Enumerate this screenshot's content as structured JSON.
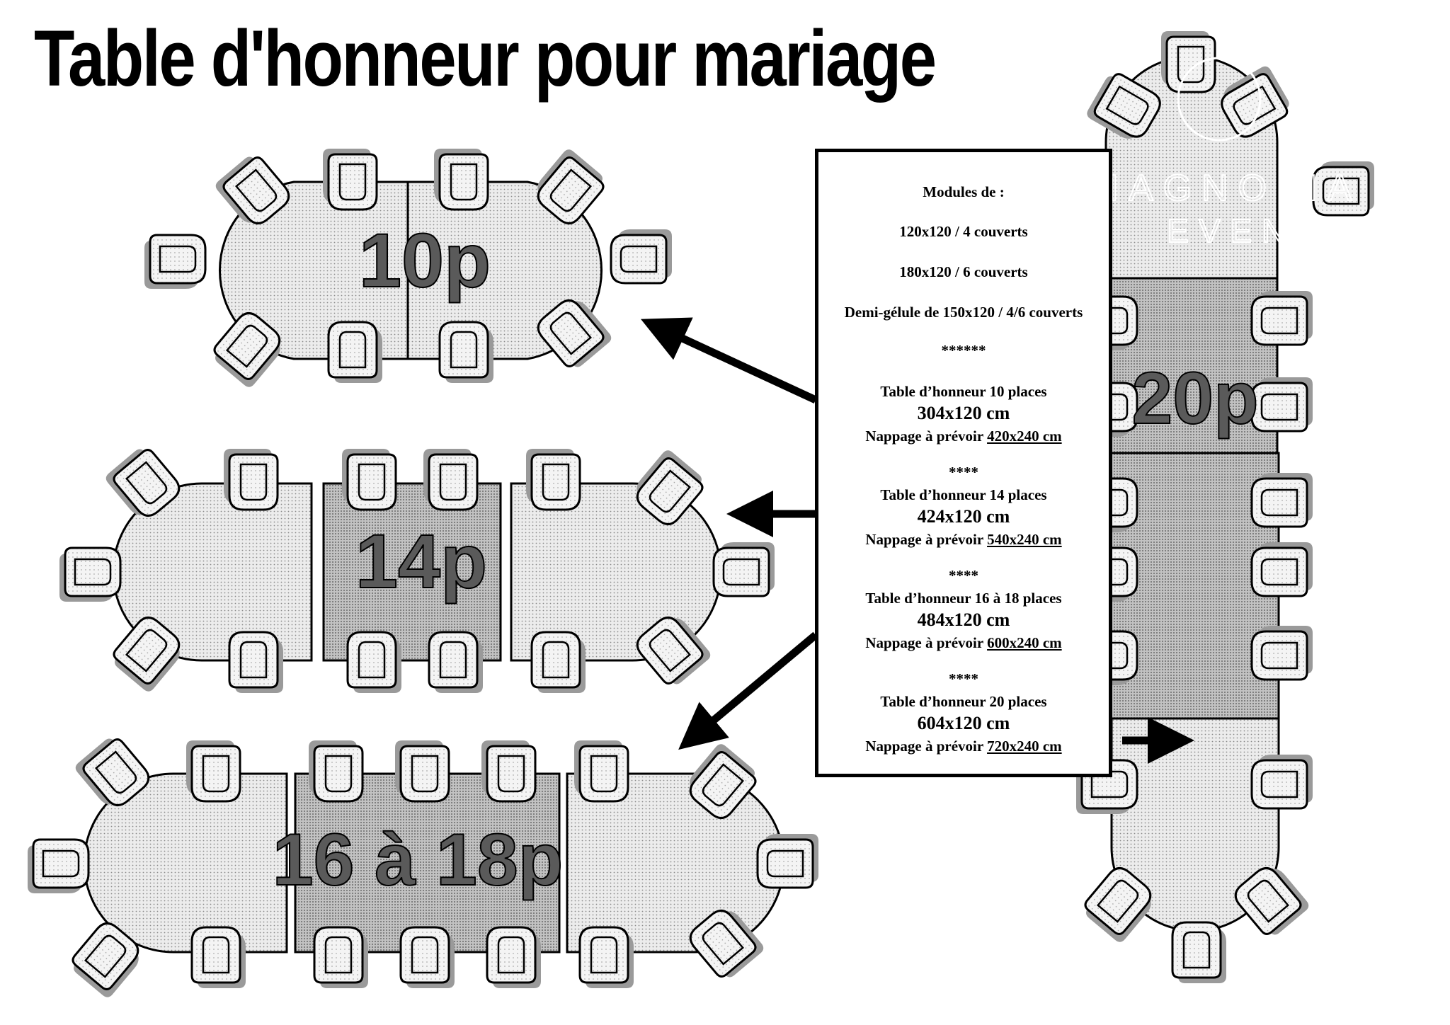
{
  "title": "Table d'honneur pour mariage",
  "watermark": {
    "line1": "MAGNOLIA",
    "line2": "EVENT"
  },
  "tables": [
    {
      "id": "10p",
      "label": "10p"
    },
    {
      "id": "14p",
      "label": "14p"
    },
    {
      "id": "16-18p",
      "label": "16 à 18p"
    },
    {
      "id": "20p",
      "label": "20p"
    }
  ],
  "info": {
    "modules_heading": "Modules de :",
    "module_1": "120x120 / 4 couverts",
    "module_2": "180x120 / 6 couverts",
    "module_3": "Demi-gélule de 150x120 / 4/6 couverts",
    "separator_main": "******",
    "entries": [
      {
        "separator": "",
        "title": "Table d’honneur 10 places",
        "size": "304x120 cm",
        "nappage_label": "Nappage à prévoir",
        "nappage_size": "420x240 cm"
      },
      {
        "separator": "****",
        "title": "Table d’honneur 14 places",
        "size": "424x120 cm",
        "nappage_label": "Nappage à prévoir",
        "nappage_size": "540x240 cm"
      },
      {
        "separator": "****",
        "title": "Table d’honneur 16 à 18 places",
        "size": "484x120 cm",
        "nappage_label": "Nappage à prévoir",
        "nappage_size": "600x240 cm"
      },
      {
        "separator": "****",
        "title": "Table d’honneur 20 places",
        "size": "604x120 cm",
        "nappage_label": "Nappage à prévoir",
        "nappage_size": "720x240 cm"
      }
    ]
  },
  "colors": {
    "table_light": "#e6e6e6",
    "table_dark": "#b4b4b4",
    "chair_fill": "#f2f2f2",
    "shadow": "#9a9a9a",
    "outline": "#000000"
  }
}
